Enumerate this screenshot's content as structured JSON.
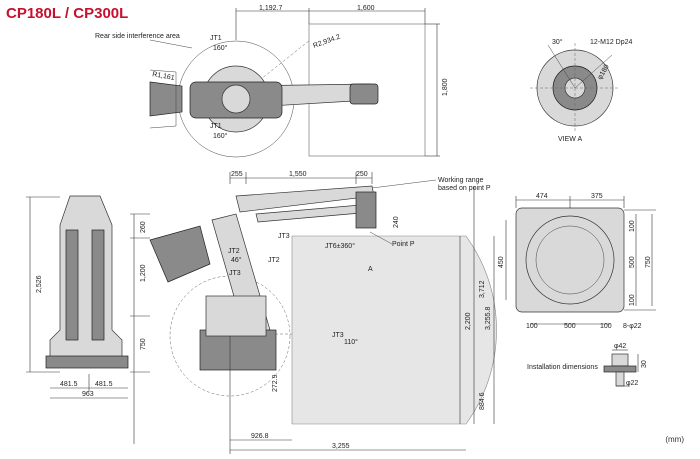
{
  "title": "CP180L / CP300L",
  "title_color": "#c8102e",
  "unit_label": "(mm)",
  "top_view": {
    "rear_label": "Rear side interference area",
    "jt1_top": "JT1",
    "jt1_top_angle": "160°",
    "jt1_bottom": "JT1",
    "jt1_bottom_angle": "160°",
    "r_small": "R1,161",
    "r_large": "R2,934.2",
    "dim_1192": "1,192.7",
    "dim_1600_h": "1,600",
    "dim_1800": "1,800"
  },
  "view_a": {
    "angle": "30°",
    "holes": "12-M12 Dp24",
    "diameter": "φ180",
    "label": "VIEW A"
  },
  "side_view": {
    "dim_255": "255",
    "dim_1550": "1,550",
    "dim_250": "250",
    "dim_240": "240",
    "dim_260": "260",
    "dim_1200": "1,200",
    "dim_750": "750",
    "dim_2200": "2,200",
    "dim_3712": "3,712",
    "dim_3255_v": "3,255.8",
    "dim_2729": "272.9",
    "dim_8846": "884.6",
    "dim_9268": "926.8",
    "dim_3255_h": "3,255",
    "working_range_line1": "Working range",
    "working_range_line2": "based on point P",
    "jt6": "JT6±360°",
    "point_p": "Point P",
    "arrow_a": "A",
    "jt2": "JT2",
    "jt2_angle": "46°",
    "jt2_b": "JT2",
    "jt3": "JT3",
    "jt3_b": "JT3",
    "jt3_angle": "110°",
    "jt3_small": "JT3"
  },
  "front_view": {
    "dim_2526": "2,526",
    "dim_4815_l": "481.5",
    "dim_4815_r": "481.5",
    "dim_963": "963"
  },
  "base_view": {
    "dim_474": "474",
    "dim_375": "375",
    "dim_450": "450",
    "dim_100_a": "100",
    "dim_500_v": "500",
    "dim_750": "750",
    "dim_100_b": "100",
    "dim_100_l": "100",
    "dim_500_h": "500",
    "dim_100_r": "100",
    "holes": "8-φ22"
  },
  "install": {
    "label": "Installation dimensions",
    "phi42": "φ42",
    "dim_30": "30",
    "phi22": "φ22"
  }
}
